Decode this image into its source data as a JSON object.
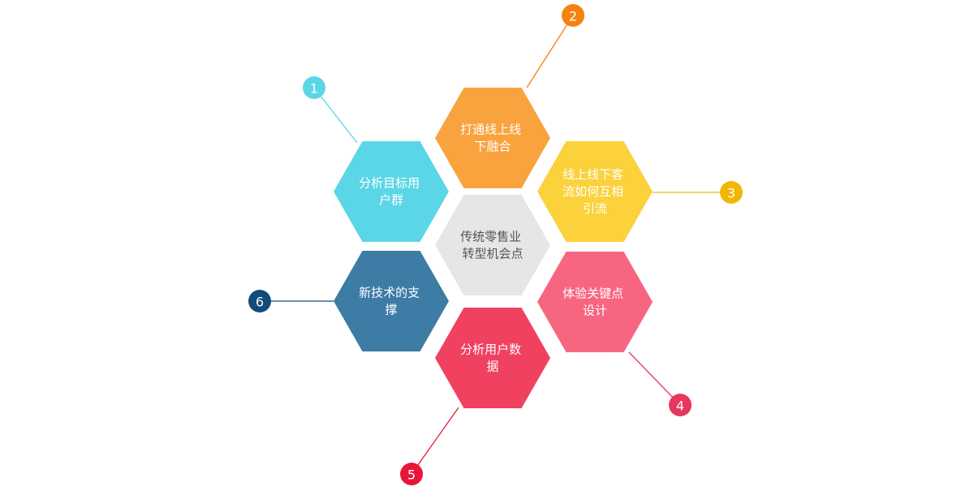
{
  "center": {
    "lines": [
      "传统零售业",
      "转型机会点"
    ],
    "color": "#e6e6e6"
  },
  "items": [
    {
      "number": "1",
      "lines": [
        "分析目标用",
        "户群"
      ],
      "color": "#5bd6e6",
      "badge_color": "#5bd6e6"
    },
    {
      "number": "2",
      "lines": [
        "打通线上线",
        "下融合"
      ],
      "color": "#f9a33e",
      "badge_color": "#f5820f"
    },
    {
      "number": "3",
      "lines": [
        "线上线下客",
        "流如何互相",
        "引流"
      ],
      "color": "#fbd13c",
      "badge_color": "#f2b705"
    },
    {
      "number": "4",
      "lines": [
        "体验关键点",
        "设计"
      ],
      "color": "#f76680",
      "badge_color": "#e8365d"
    },
    {
      "number": "5",
      "lines": [
        "分析用户数",
        "据"
      ],
      "color": "#f14161",
      "badge_color": "#e8163a"
    },
    {
      "number": "6",
      "lines": [
        "新技术的支",
        "撑"
      ],
      "color": "#3c7ca5",
      "badge_color": "#134a7a"
    }
  ]
}
